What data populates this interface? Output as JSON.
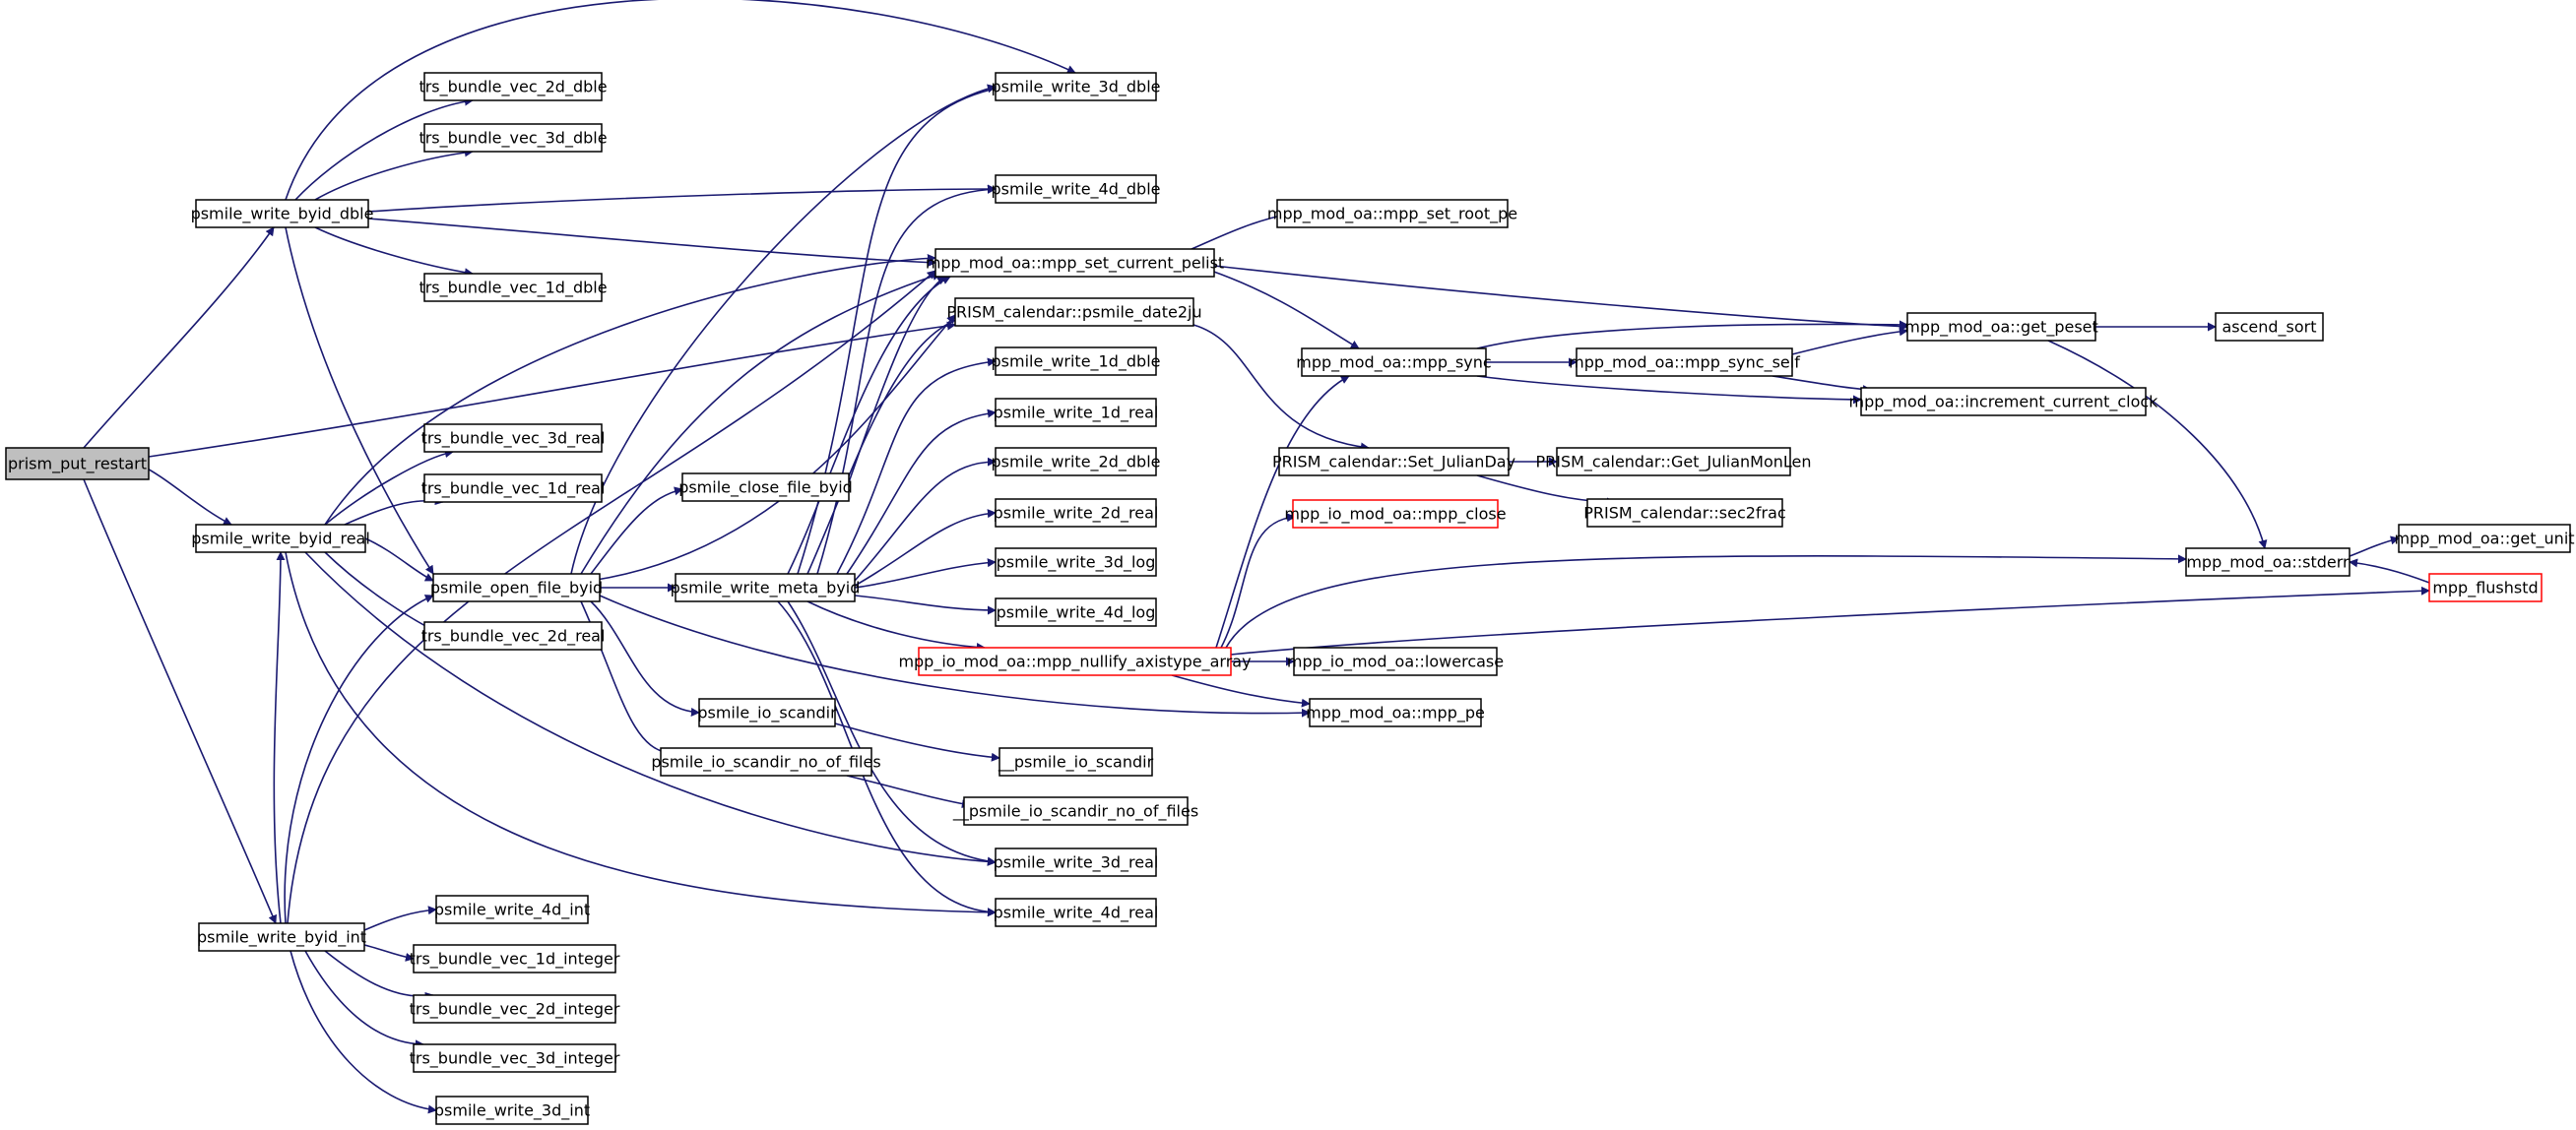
{
  "graph": {
    "colors": {
      "edge": "#191970",
      "root_fill": "#bfbfbf",
      "truncated_border": "#ff0000",
      "node_border": "#000000"
    },
    "nodes": {
      "prism_put_restart": "prism_put_restart",
      "psmile_write_byid_dble": "psmile_write_byid_dble",
      "psmile_write_byid_real": "psmile_write_byid_real",
      "psmile_write_byid_int": "psmile_write_byid_int",
      "trs_bundle_vec_2d_dble": "trs_bundle_vec_2d_dble",
      "trs_bundle_vec_3d_dble": "trs_bundle_vec_3d_dble",
      "trs_bundle_vec_1d_dble": "trs_bundle_vec_1d_dble",
      "trs_bundle_vec_3d_real": "trs_bundle_vec_3d_real",
      "trs_bundle_vec_1d_real": "trs_bundle_vec_1d_real",
      "trs_bundle_vec_2d_real": "trs_bundle_vec_2d_real",
      "psmile_open_file_byid": "psmile_open_file_byid",
      "psmile_write_4d_int": "psmile_write_4d_int",
      "trs_bundle_vec_1d_integer": "trs_bundle_vec_1d_integer",
      "trs_bundle_vec_2d_integer": "trs_bundle_vec_2d_integer",
      "trs_bundle_vec_3d_integer": "trs_bundle_vec_3d_integer",
      "psmile_write_3d_int": "psmile_write_3d_int",
      "psmile_close_file_byid": "psmile_close_file_byid",
      "psmile_write_meta_byid": "psmile_write_meta_byid",
      "psmile_io_scandir": "psmile_io_scandir",
      "psmile_io_scandir_no_of_files": "psmile_io_scandir_no_of_files",
      "psmile_write_3d_dble": "psmile_write_3d_dble",
      "psmile_write_4d_dble": "psmile_write_4d_dble",
      "mpp_set_current_pelist": "mpp_mod_oa::mpp_set_current_pelist",
      "psmile_date2ju": "PRISM_calendar::psmile_date2ju",
      "psmile_write_1d_dble": "psmile_write_1d_dble",
      "psmile_write_1d_real": "psmile_write_1d_real",
      "psmile_write_2d_dble": "psmile_write_2d_dble",
      "psmile_write_2d_real": "psmile_write_2d_real",
      "psmile_write_3d_log": "psmile_write_3d_log",
      "psmile_write_4d_log": "psmile_write_4d_log",
      "mpp_nullify_axistype_array": "mpp_io_mod_oa::mpp_nullify_axistype_array",
      "__psmile_io_scandir": "__psmile_io_scandir",
      "__psmile_io_scandir_no_of_files": "__psmile_io_scandir_no_of_files",
      "psmile_write_3d_real": "psmile_write_3d_real",
      "psmile_write_4d_real": "psmile_write_4d_real",
      "mpp_set_root_pe": "mpp_mod_oa::mpp_set_root_pe",
      "mpp_sync": "mpp_mod_oa::mpp_sync",
      "Set_JulianDay": "PRISM_calendar::Set_JulianDay",
      "mpp_close": "mpp_io_mod_oa::mpp_close",
      "lowercase": "mpp_io_mod_oa::lowercase",
      "mpp_pe": "mpp_mod_oa::mpp_pe",
      "mpp_sync_self": "mpp_mod_oa::mpp_sync_self",
      "Get_JulianMonLen": "PRISM_calendar::Get_JulianMonLen",
      "sec2frac": "PRISM_calendar::sec2frac",
      "get_peset": "mpp_mod_oa::get_peset",
      "increment_current_clock": "mpp_mod_oa::increment_current_clock",
      "ascend_sort": "ascend_sort",
      "stderr": "mpp_mod_oa::stderr",
      "get_unit": "mpp_mod_oa::get_unit",
      "mpp_flushstd": "mpp_flushstd"
    }
  }
}
